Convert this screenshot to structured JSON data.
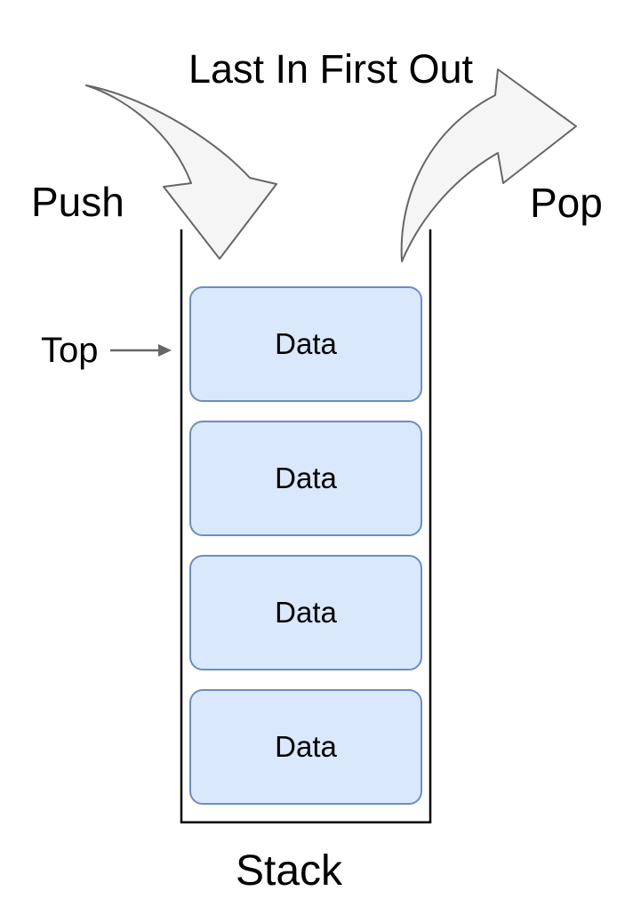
{
  "diagram": {
    "title": "Last In First Out",
    "labels": {
      "push": "Push",
      "pop": "Pop",
      "top": "Top",
      "stack": "Stack"
    },
    "stack_items": [
      {
        "label": "Data"
      },
      {
        "label": "Data"
      },
      {
        "label": "Data"
      },
      {
        "label": "Data"
      }
    ],
    "icons": {
      "push_arrow": "curved-arrow-down-into-stack",
      "pop_arrow": "curved-arrow-up-out-of-stack",
      "top_pointer": "right-arrow"
    },
    "colors": {
      "background": "#ffffff",
      "text": "#000000",
      "box_fill": "#dae8fc",
      "box_border": "#6c8ebf",
      "arrow_fill": "#f5f5f5",
      "arrow_stroke": "#666666",
      "container_stroke": "#000000"
    }
  }
}
